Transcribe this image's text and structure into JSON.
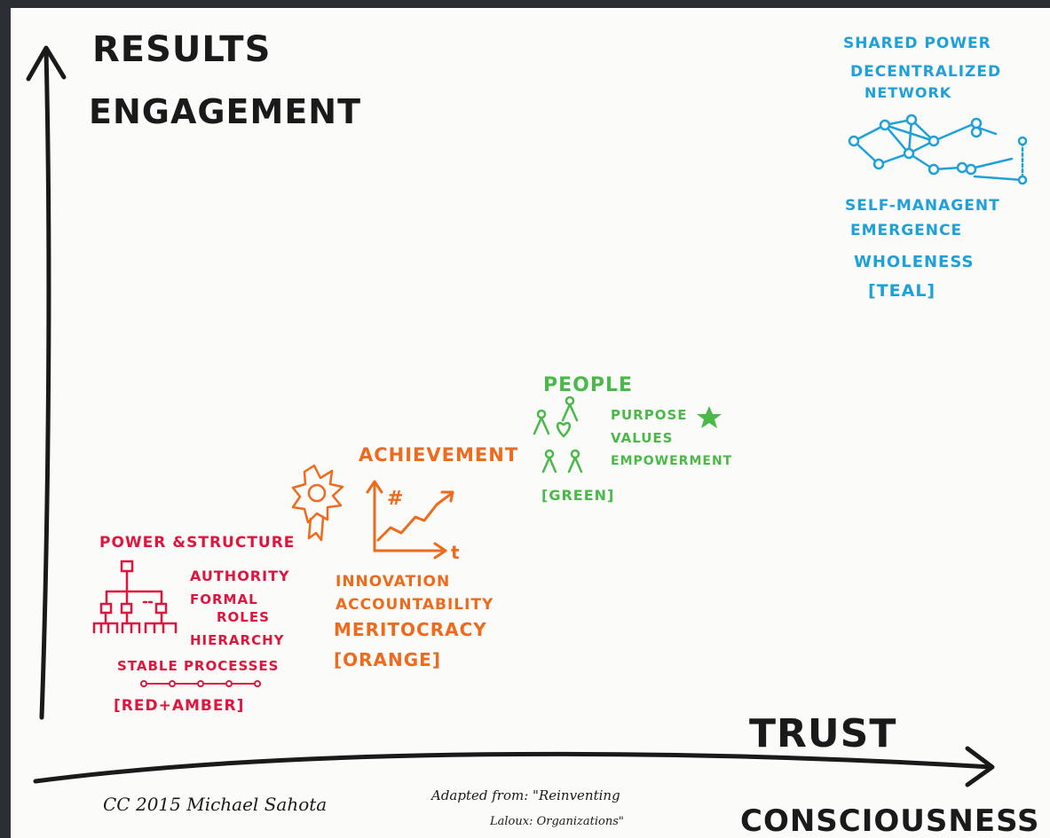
{
  "colors": {
    "ink": "#1a1a1a",
    "red": "#e0143c",
    "orange": "#ee6a1c",
    "green": "#4bb84a",
    "teal": "#1ea0d8"
  },
  "axes": {
    "y_label_1": "RESULTS",
    "y_label_2": "ENGAGEMENT",
    "x_label_1": "TRUST",
    "x_label_2": "CONSCIOUSNESS"
  },
  "red_amber": {
    "title": "POWER &STRUCTURE",
    "item_1": "AUTHORITY",
    "item_2a": "FORMAL",
    "item_2b": "ROLES",
    "item_3": "HIERARCHY",
    "item_4": "STABLE PROCESSES",
    "tag": "[RED+AMBER]"
  },
  "orange": {
    "title": "ACHIEVEMENT",
    "chart_y": "#",
    "chart_x": "t",
    "item_1": "INNOVATION",
    "item_2": "ACCOUNTABILITY",
    "item_3": "MERITOCRACY",
    "tag": "[ORANGE]"
  },
  "green": {
    "title": "PEOPLE",
    "item_1": "PURPOSE",
    "item_2": "VALUES",
    "item_3": "EMPOWERMENT",
    "tag": "[GREEN]"
  },
  "teal": {
    "line_1": "SHARED POWER",
    "line_2": "DECENTRALIZED",
    "line_3": "NETWORK",
    "item_1": "SELF-MANAGENT",
    "item_2": "EMERGENCE",
    "item_3": "WHOLENESS",
    "tag": "[TEAL]"
  },
  "footer": {
    "credit": "CC 2015 Michael Sahota",
    "adapted_1": "Adapted from: \"Reinventing",
    "adapted_2": "Laloux:   Organizations\""
  }
}
